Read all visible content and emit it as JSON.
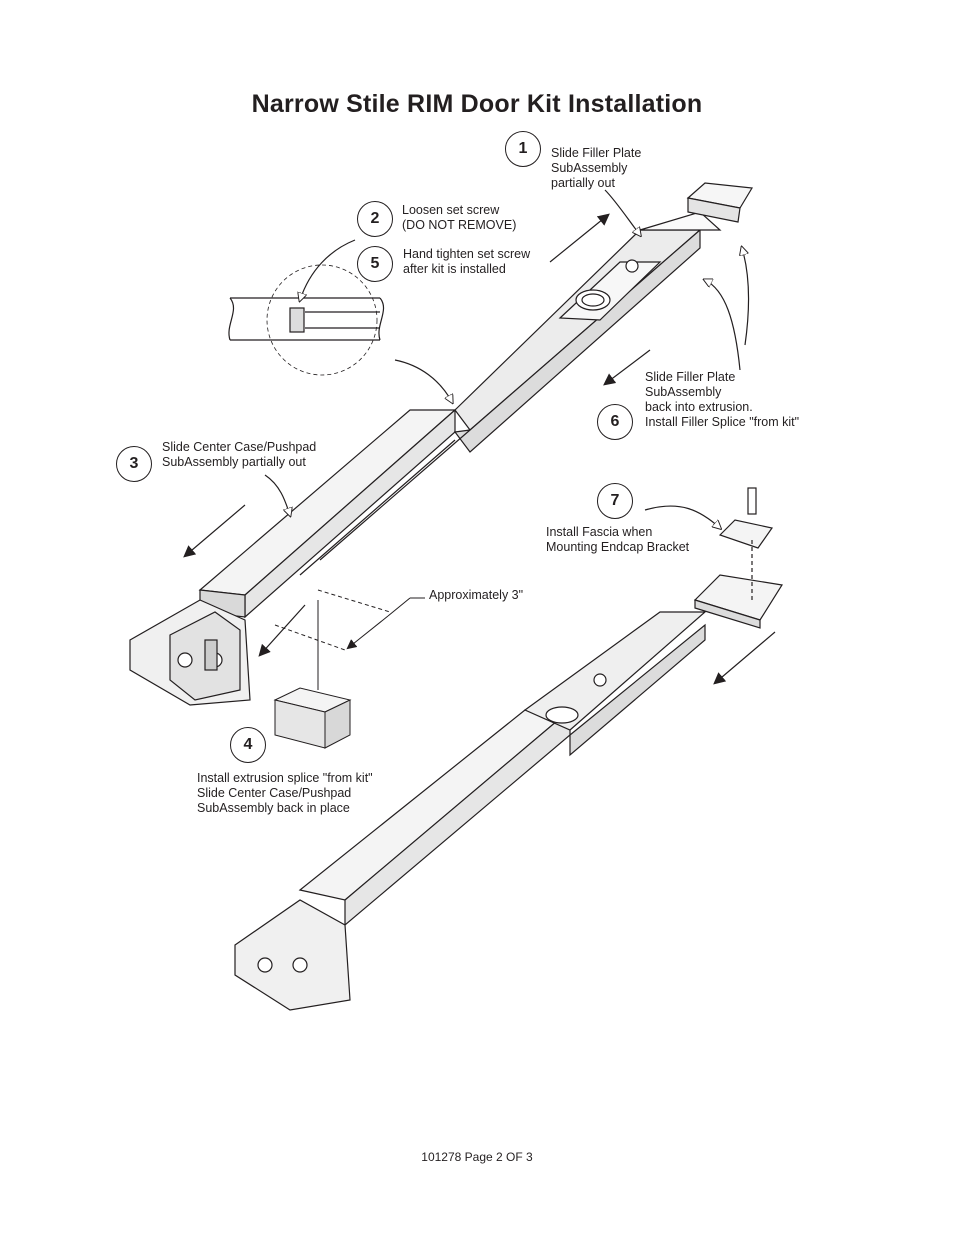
{
  "title": "Narrow Stile RIM Door Kit Installation",
  "steps": [
    {
      "number": "1",
      "text": "Slide Filler Plate\nSubAssembly\npartially out"
    },
    {
      "number": "2",
      "text": "Loosen set screw\n(DO NOT REMOVE)"
    },
    {
      "number": "5",
      "text": "Hand tighten set screw\nafter kit is installed"
    },
    {
      "number": "3",
      "text": "Slide Center Case/Pushpad\nSubAssembly partially out"
    },
    {
      "number": "6",
      "text": "Slide Filler Plate\nSubAssembly\nback into extrusion.\nInstall Filler Splice \"from kit\""
    },
    {
      "number": "7",
      "text": "Install Fascia when\nMounting Endcap Bracket"
    },
    {
      "number": "4",
      "text": "Install extrusion splice \"from kit\"\nSlide Center Case/Pushpad\nSubAssembly back in place"
    }
  ],
  "dimension_label": "Approximately 3\"",
  "footer": "101278 Page 2 OF 3"
}
